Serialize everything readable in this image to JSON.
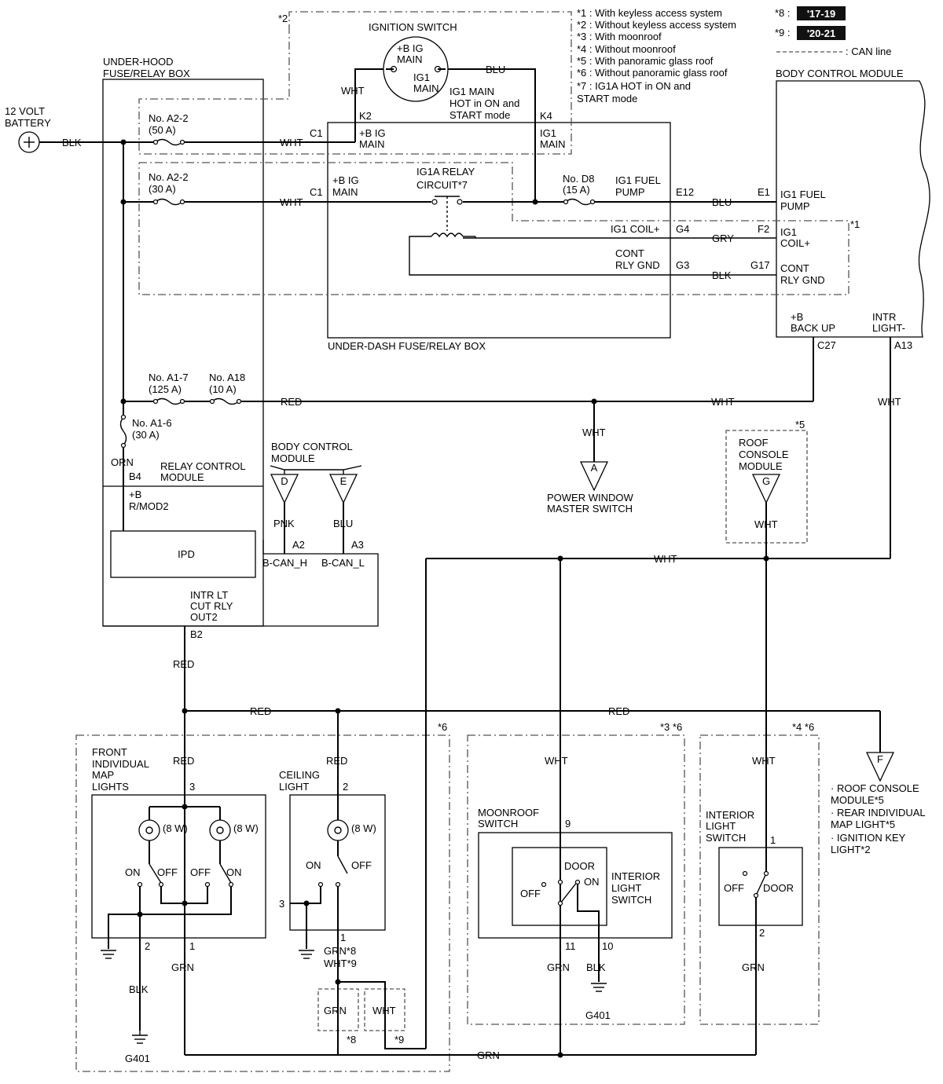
{
  "legend": {
    "notes": [
      "*1 : With keyless access system",
      "*2 : Without keyless access system",
      "*3 : With moonroof",
      "*4 : Without moonroof",
      "*5 : With panoramic glass roof",
      "*6 : Without panoramic glass roof",
      "*7 : IG1A HOT in ON and",
      "START mode"
    ],
    "year_1": {
      "mark": "*8 :",
      "text": "'17-19"
    },
    "year_2": {
      "mark": "*9 :",
      "text": "'20-21"
    },
    "can_line": ": CAN line"
  },
  "battery": {
    "line1": "12 VOLT",
    "line2": "BATTERY",
    "wire": "BLK"
  },
  "underhood": {
    "title1": "UNDER-HOOD",
    "title2": "FUSE/RELAY BOX",
    "fuse_a22_50_1": "No. A2-2",
    "fuse_a22_50_2": "(50 A)",
    "fuse_a22_30_1": "No. A2-2",
    "fuse_a22_30_2": "(30 A)",
    "fuse_a17_1": "No. A1-7",
    "fuse_a17_2": "(125 A)",
    "fuse_a18_1": "No. A18",
    "fuse_a18_2": "(10 A)",
    "fuse_a16_1": "No. A1-6",
    "fuse_a16_2": "(30 A)",
    "orn": "ORN",
    "relay_mod1": "RELAY CONTROL",
    "relay_mod2": "MODULE",
    "b4": "B4",
    "rmod1": "+B",
    "rmod2": "R/MOD2",
    "ipd": "IPD",
    "intr1": "INTR LT",
    "intr2": "CUT RLY",
    "intr3": "OUT2",
    "b2": "B2"
  },
  "ignition": {
    "title": "IGNITION SWITCH",
    "bmain1": "+B IG",
    "bmain2": "MAIN",
    "ig1main1": "IG1",
    "ig1main2": "MAIN",
    "blu": "BLU",
    "wht": "WHT",
    "hot1": "IG1 MAIN",
    "hot2": "HOT in ON and",
    "hot3": "START mode",
    "note_star2": "*2"
  },
  "underdash": {
    "title": "UNDER-DASH FUSE/RELAY BOX",
    "k2": "K2",
    "k2_1": "+B IG",
    "k2_2": "MAIN",
    "k4": "K4",
    "k4_1": "IG1",
    "k4_2": "MAIN",
    "c1a": "C1",
    "c1b": "C1",
    "wht_a": "WHT",
    "wht_b": "WHT",
    "bigmain1": "+B IG",
    "bigmain2": "MAIN",
    "relay1": "IG1A RELAY",
    "relay2": "CIRCUIT*7",
    "d8_1": "No. D8",
    "d8_2": "(15 A)",
    "fuel1": "IG1 FUEL",
    "fuel2": "PUMP",
    "e12": "E12",
    "coil": "IG1 COIL+",
    "g4": "G4",
    "cont1": "CONT",
    "cont2": "RLY GND",
    "g3": "G3"
  },
  "bcm": {
    "title": "BODY CONTROL MODULE",
    "e1": "E1",
    "fuel1": "IG1 FUEL",
    "fuel2": "PUMP",
    "blu": "BLU",
    "f2": "F2",
    "coil1": "IG1",
    "coil2": "COIL+",
    "gry": "GRY",
    "g17": "G17",
    "cont1": "CONT",
    "cont2": "RLY GND",
    "blk": "BLK",
    "star1": "*1",
    "backup1": "+B",
    "backup2": "BACK UP",
    "intr1": "INTR",
    "intr2": "LIGHT-",
    "c27": "C27",
    "a13": "A13"
  },
  "wires": {
    "red_main": "RED",
    "wht_main": "WHT",
    "wht_a13": "WHT",
    "wht_a": "WHT",
    "wht_mid": "WHT",
    "red_b2": "RED",
    "red_bus1": "RED",
    "red_bus2": "RED",
    "grn_bottom": "GRN"
  },
  "pwms": {
    "conn": "A",
    "line1": "POWER WINDOW",
    "line2": "MASTER SWITCH"
  },
  "roof_console": {
    "star": "*5",
    "line1": "ROOF",
    "line2": "CONSOLE",
    "line3": "MODULE",
    "conn": "G",
    "wht": "WHT"
  },
  "bcm_can": {
    "line1": "BODY CONTROL",
    "line2": "MODULE",
    "conn_d": "D",
    "conn_e": "E",
    "pnk": "PNK",
    "blu": "BLU",
    "a2": "A2",
    "a3": "A3",
    "bcanh": "B-CAN_H",
    "bcanl": "B-CAN_L"
  },
  "connector_f": {
    "conn": "F",
    "line1": "· ROOF CONSOLE",
    "line2": "MODULE*5",
    "line3": "· REAR INDIVIDUAL",
    "line4": "MAP LIGHT*5",
    "line5": "· IGNITION KEY",
    "line6": "LIGHT*2"
  },
  "map_lights": {
    "star": "*6",
    "line1": "FRONT",
    "line2": "INDIVIDUAL",
    "line3": "MAP",
    "line4": "LIGHTS",
    "red": "RED",
    "pin3": "3",
    "w1": "(8 W)",
    "w2": "(8 W)",
    "on1": "ON",
    "off1": "OFF",
    "off2": "OFF",
    "on2": "ON",
    "pin2": "2",
    "pin1": "1",
    "grn": "GRN",
    "blk": "BLK",
    "g401": "G401"
  },
  "ceiling": {
    "line1": "CEILING",
    "line2": "LIGHT",
    "red": "RED",
    "pin2": "2",
    "w": "(8 W)",
    "on": "ON",
    "off": "OFF",
    "pin3": "3",
    "pin1": "1",
    "grn": "GRN*8",
    "wht": "WHT*9",
    "box_grn": "GRN",
    "box_wht": "WHT",
    "s8": "*8",
    "s9": "*9"
  },
  "moonroof": {
    "star": "*3 *6",
    "wht": "WHT",
    "line1": "MOONROOF",
    "line2": "SWITCH",
    "pin9": "9",
    "door": "DOOR",
    "off": "OFF",
    "on": "ON",
    "ils1": "INTERIOR",
    "ils2": "LIGHT",
    "ils3": "SWITCH",
    "pin11": "11",
    "pin10": "10",
    "grn": "GRN",
    "blk": "BLK",
    "g401": "G401"
  },
  "interior": {
    "star": "*4 *6",
    "wht": "WHT",
    "line1": "INTERIOR",
    "line2": "LIGHT",
    "line3": "SWITCH",
    "pin1": "1",
    "off": "OFF",
    "door": "DOOR",
    "pin2": "2",
    "grn": "GRN"
  }
}
